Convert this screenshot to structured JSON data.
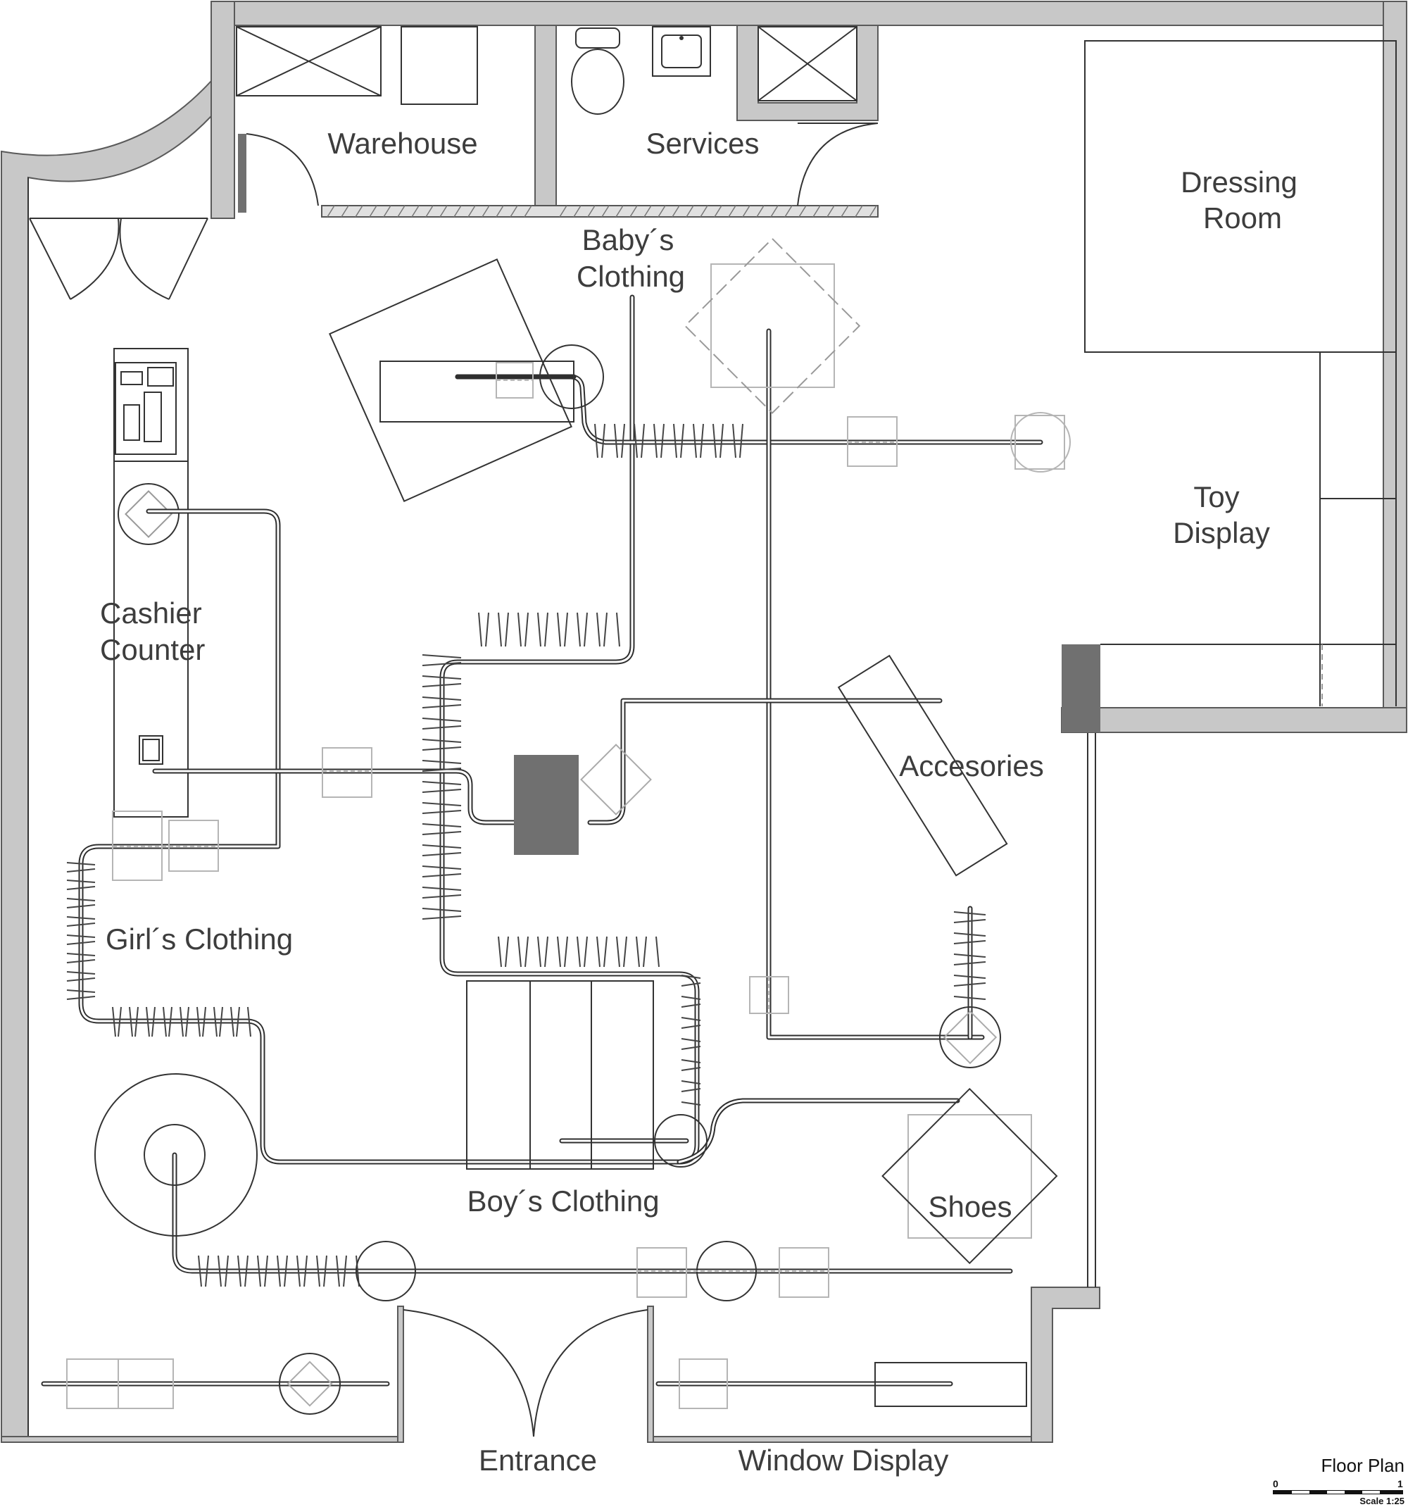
{
  "plan": {
    "labels": {
      "warehouse": "Warehouse",
      "services": "Services",
      "baby_line1": "Baby´s",
      "baby_line2": "Clothing",
      "dressing_line1": "Dressing",
      "dressing_line2": "Room",
      "toy_line1": "Toy",
      "toy_line2": "Display",
      "cashier_line1": "Cashier",
      "cashier_line2": "Counter",
      "accesories": "Accesories",
      "girls": "Girl´s Clothing",
      "boys": "Boy´s Clothing",
      "shoes": "Shoes",
      "entrance": "Entrance",
      "window": "Window Display"
    },
    "scale_box": {
      "title": "Floor Plan",
      "tick_start": "0",
      "tick_end": "1",
      "scale_text": "Scale 1:25"
    },
    "colors": {
      "wall_fill": "#c8c8c8",
      "dark_block": "#707070",
      "line": "#333333",
      "faint_line": "#b5b5b5"
    }
  }
}
